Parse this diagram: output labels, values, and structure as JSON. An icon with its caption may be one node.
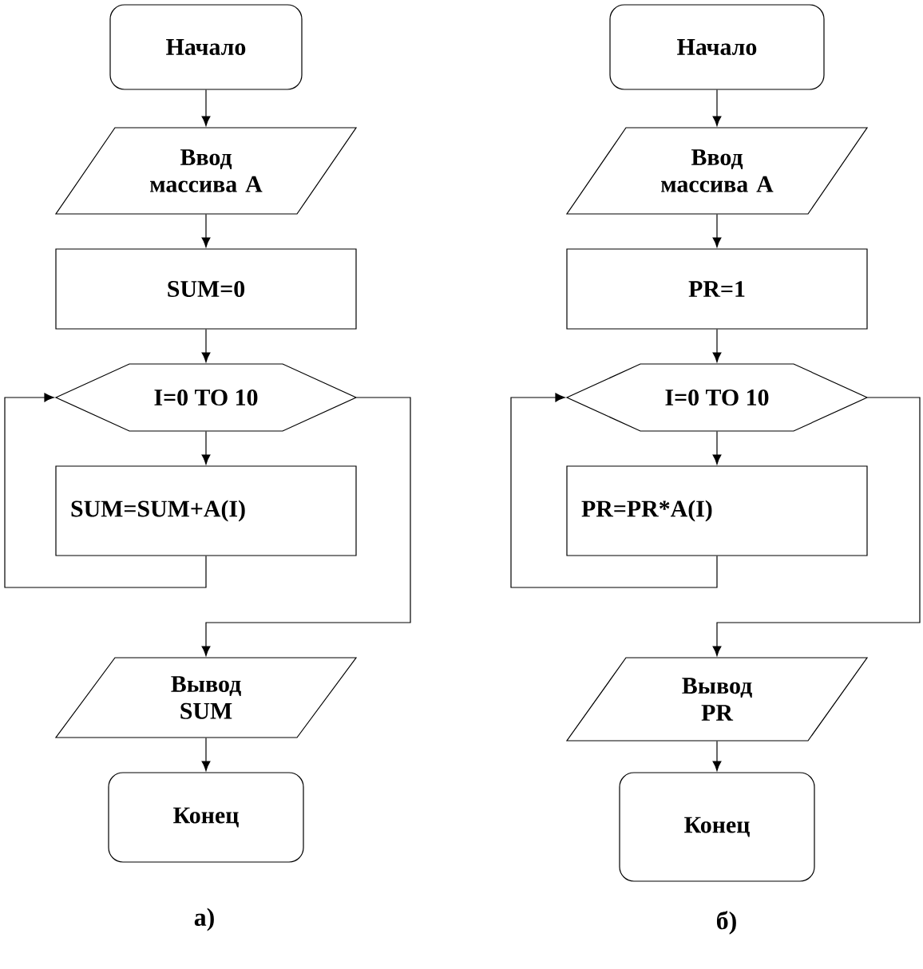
{
  "diagram": {
    "nodes": [
      {
        "text": [
          "Начало"
        ]
      },
      {
        "text": [
          "Ввод массива A"
        ]
      },
      {
        "text": [
          "SUM=0"
        ]
      },
      {
        "text": [
          "I=0 TO 10"
        ]
      },
      {
        "text": [
          "SUM=SUM+A(I)"
        ]
      },
      {
        "text": [
          "Вывод SUM"
        ]
      },
      {
        "text": [
          "Конец"
        ]
      },
      {
        "text": [
          "Начало"
        ]
      },
      {
        "text": [
          "Ввод массива A"
        ]
      },
      {
        "text": [
          "PR=1"
        ]
      },
      {
        "text": [
          "I=0 TO 10"
        ]
      },
      {
        "text": [
          "PR=PR*A(I)"
        ]
      },
      {
        "text": [
          "Вывод PR"
        ]
      },
      {
        "text": [
          "Конец"
        ]
      }
    ],
    "edges": [
      {
        "from": 0,
        "to": 1,
        "arrow": "to"
      },
      {
        "from": 1,
        "to": 2,
        "arrow": "to"
      },
      {
        "from": 2,
        "to": 3,
        "arrow": "to"
      },
      {
        "from": 3,
        "to": 4,
        "arrow": "to"
      },
      {
        "from": 4,
        "to": 3,
        "arrow": "to"
      },
      {
        "from": 3,
        "to": 5,
        "arrow": "to"
      },
      {
        "from": 5,
        "to": 6,
        "arrow": "to"
      },
      {
        "from": 7,
        "to": 8,
        "arrow": "to"
      },
      {
        "from": 8,
        "to": 9,
        "arrow": "to"
      },
      {
        "from": 9,
        "to": 10,
        "arrow": "to"
      },
      {
        "from": 10,
        "to": 11,
        "arrow": "to"
      },
      {
        "from": 11,
        "to": 10,
        "arrow": "to"
      },
      {
        "from": 10,
        "to": 12,
        "arrow": "to"
      },
      {
        "from": 12,
        "to": 13,
        "arrow": "to"
      }
    ],
    "labels": [
      "а)",
      "б)"
    ]
  }
}
